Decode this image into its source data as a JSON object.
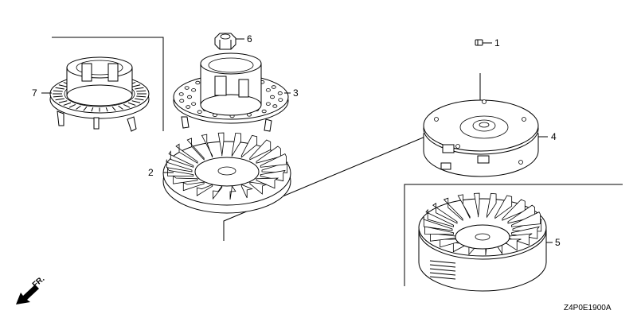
{
  "diagram": {
    "parts": [
      {
        "number": "1",
        "label": "1"
      },
      {
        "number": "2",
        "label": "2"
      },
      {
        "number": "3",
        "label": "3"
      },
      {
        "number": "4",
        "label": "4"
      },
      {
        "number": "5",
        "label": "5"
      },
      {
        "number": "6",
        "label": "6"
      },
      {
        "number": "7",
        "label": "7"
      }
    ],
    "front_indicator": "FR.",
    "drawing_code": "Z4P0E1900A"
  }
}
